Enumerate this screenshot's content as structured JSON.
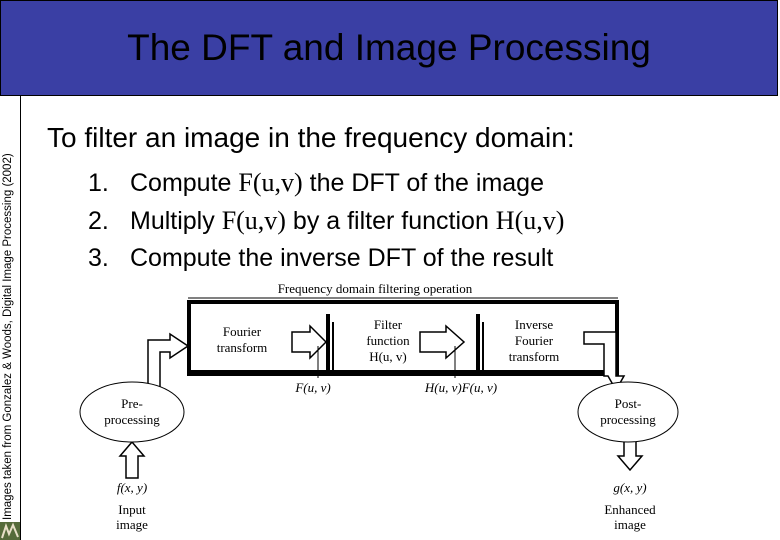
{
  "slide": {
    "title": "The DFT and Image Processing",
    "side_credit": "Images taken from Gonzalez & Woods, Digital Image Processing (2002)",
    "heading": "To filter an image in the frequency domain:",
    "steps": [
      {
        "num": "1.",
        "pre": "Compute ",
        "math": "F(u,v)",
        "mid": " the DFT of the image",
        "math2": "",
        "post": ""
      },
      {
        "num": "2.",
        "pre": "Multiply ",
        "math": "F(u,v)",
        "mid": " by a filter function ",
        "math2": "H(u,v)",
        "post": ""
      },
      {
        "num": "3.",
        "pre": "Compute the inverse DFT of the result",
        "math": "",
        "mid": "",
        "math2": "",
        "post": ""
      }
    ]
  },
  "figure": {
    "caption": "Frequency domain filtering operation",
    "fourier_1": "Fourier",
    "fourier_2": "transform",
    "filter_1": "Filter",
    "filter_2": "function",
    "filter_3": "H(u, v)",
    "inverse_1": "Inverse",
    "inverse_2": "Fourier",
    "inverse_3": "transform",
    "pre_1": "Pre-",
    "pre_2": "processing",
    "post_1": "Post-",
    "post_2": "processing",
    "f_uv": "F(u, v)",
    "hf_uv": "H(u, v)F(u, v)",
    "f_xy": "f(x, y)",
    "g_xy": "g(x, y)",
    "input_1": "Input",
    "input_2": "image",
    "enhanced_1": "Enhanced",
    "enhanced_2": "image"
  }
}
